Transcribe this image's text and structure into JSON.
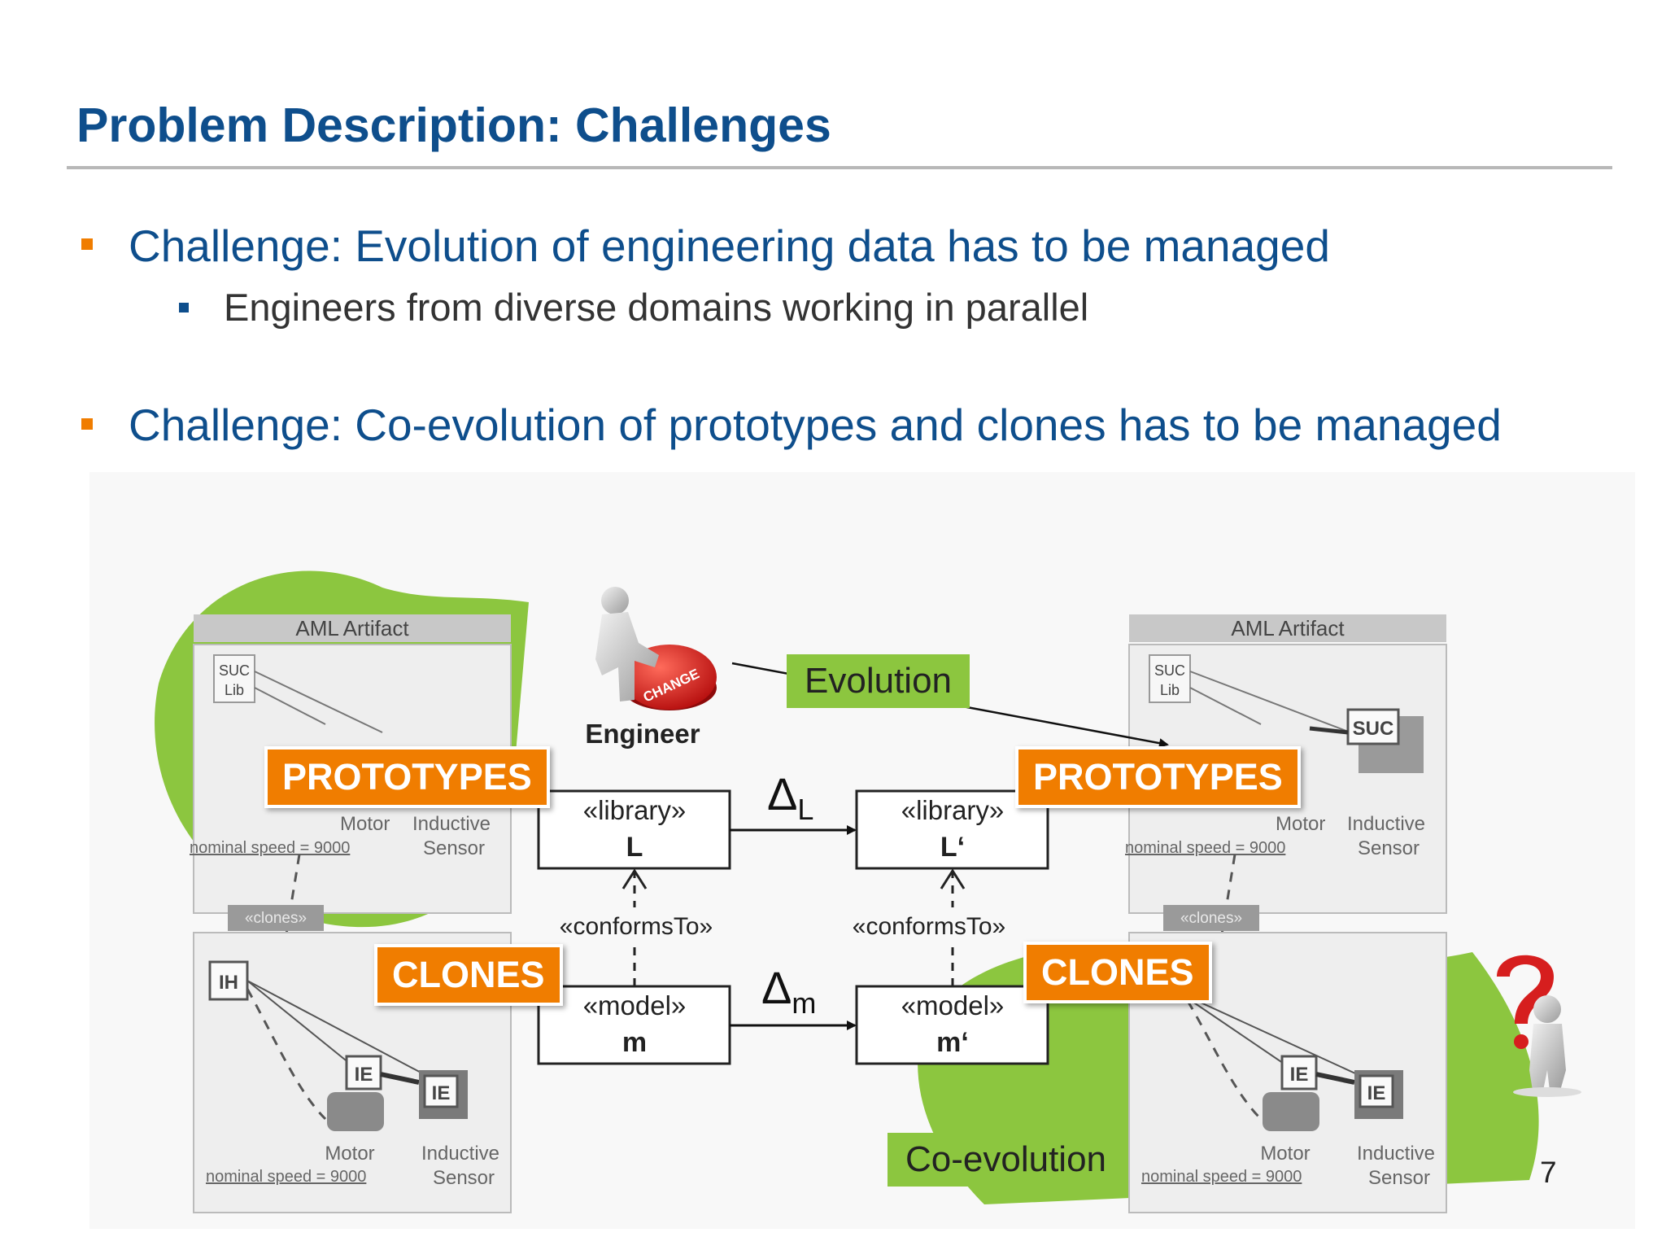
{
  "slide": {
    "title": "Problem Description: Challenges",
    "bullets": [
      {
        "text": "Challenge: Evolution of engineering data has to be managed",
        "sub": [
          "Engineers from diverse domains working in parallel"
        ]
      },
      {
        "text": "Challenge: Co-evolution of prototypes and clones has to be managed",
        "sub": []
      }
    ],
    "page_number": "7"
  },
  "colors": {
    "title": "#0e4e8c",
    "accent_orange": "#f07d00",
    "accent_green": "#8cc63f"
  },
  "diagram": {
    "engineer_label": "Engineer",
    "change_button_text": "CHANGE",
    "evolution_label": "Evolution",
    "coevolution_label": "Co-evolution",
    "prototypes_label": "PROTOTYPES",
    "clones_label": "CLONES",
    "artifact_header": "AML Artifact",
    "suc_lib": [
      "SUC",
      "Lib"
    ],
    "suc": "SUC",
    "ih": "IH",
    "ie": "IE",
    "clones_stereotype": "«clones»",
    "motor": "Motor",
    "nominal_speed": "nominal speed = 9000",
    "inductive": "Inductive",
    "sensor": "Sensor",
    "library_stereotype": "«library»",
    "library_L": "L",
    "library_L2": "L‘",
    "model_stereotype": "«model»",
    "model_m": "m",
    "model_m2": "m‘",
    "conforms_to": "«conformsTo»",
    "delta": "Δ",
    "delta_L_sub": "L",
    "delta_m_sub": "m"
  }
}
